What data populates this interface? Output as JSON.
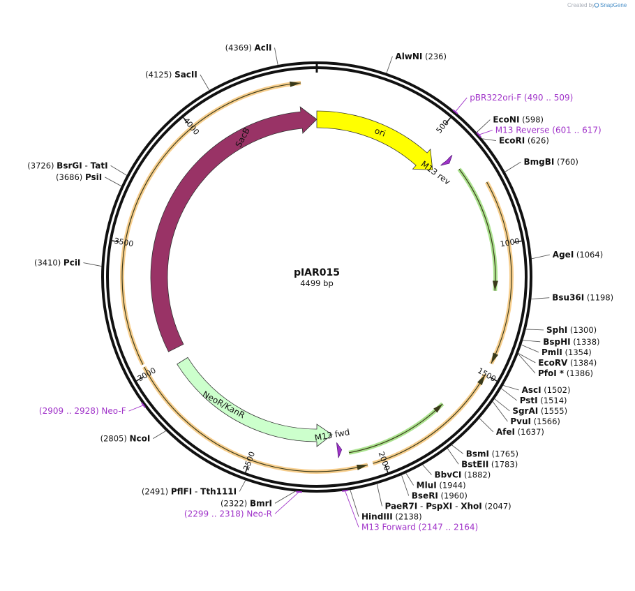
{
  "credit": {
    "prefix": "Created by",
    "brand": "SnapGene"
  },
  "plasmid": {
    "name": "pIAR015",
    "length_label": "4499 bp",
    "length": 4499
  },
  "colors": {
    "backbone": "#111111",
    "orf_orange": "#f0a630",
    "ori": "#ffff00",
    "sacb": "#993366",
    "neor": "#ccffcc",
    "green_orf": "#66cc33",
    "primer": "#a033c9"
  },
  "ticks": [
    {
      "pos": 500,
      "label": "500"
    },
    {
      "pos": 1000,
      "label": "1000"
    },
    {
      "pos": 1500,
      "label": "1500"
    },
    {
      "pos": 2000,
      "label": "2000"
    },
    {
      "pos": 2500,
      "label": "2500"
    },
    {
      "pos": 3000,
      "label": "3000"
    },
    {
      "pos": 3500,
      "label": "3500"
    },
    {
      "pos": 4000,
      "label": "4000"
    }
  ],
  "sites": [
    {
      "name": "AlwNI",
      "pos_label": "(236)",
      "pos": 236
    },
    {
      "name": "EcoNI",
      "pos_label": "(598)",
      "pos": 598
    },
    {
      "name": "EcoRI",
      "pos_label": "(626)",
      "pos": 626
    },
    {
      "name": "BmgBI",
      "pos_label": "(760)",
      "pos": 760
    },
    {
      "name": "AgeI",
      "pos_label": "(1064)",
      "pos": 1064
    },
    {
      "name": "Bsu36I",
      "pos_label": "(1198)",
      "pos": 1198
    },
    {
      "name": "SphI",
      "pos_label": "(1300)",
      "pos": 1300
    },
    {
      "name": "BspHI",
      "pos_label": "(1338)",
      "pos": 1338
    },
    {
      "name": "PmlI",
      "pos_label": "(1354)",
      "pos": 1354
    },
    {
      "name": "EcoRV",
      "pos_label": "(1384)",
      "pos": 1384
    },
    {
      "name": "PfoI *",
      "pos_label": "(1386)",
      "pos": 1386
    },
    {
      "name": "AscI",
      "pos_label": "(1502)",
      "pos": 1502
    },
    {
      "name": "PstI",
      "pos_label": "(1514)",
      "pos": 1514
    },
    {
      "name": "SgrAI",
      "pos_label": "(1555)",
      "pos": 1555
    },
    {
      "name": "PvuI",
      "pos_label": "(1566)",
      "pos": 1566
    },
    {
      "name": "AfeI",
      "pos_label": "(1637)",
      "pos": 1637
    },
    {
      "name": "BsmI",
      "pos_label": "(1765)",
      "pos": 1765
    },
    {
      "name": "BstEII",
      "pos_label": "(1783)",
      "pos": 1783
    },
    {
      "name": "BbvCI",
      "pos_label": "(1882)",
      "pos": 1882
    },
    {
      "name": "MluI",
      "pos_label": "(1944)",
      "pos": 1944
    },
    {
      "name": "BseRI",
      "pos_label": "(1960)",
      "pos": 1960
    },
    {
      "name": "PaeR7I - PspXI - XhoI",
      "pos_label": "(2047)",
      "pos": 2047
    },
    {
      "name": "HindIII",
      "pos_label": "(2138)",
      "pos": 2138
    },
    {
      "name": "BmrI",
      "pos_label": "(2322)",
      "pos": 2322
    },
    {
      "name": "PflFI - Tth111I",
      "pos_label": "(2491)",
      "pos": 2491
    },
    {
      "name": "NcoI",
      "pos_label": "(2805)",
      "pos": 2805
    },
    {
      "name": "PciI",
      "pos_label": "(3410)",
      "pos": 3410
    },
    {
      "name": "PsiI",
      "pos_label": "(3686)",
      "pos": 3686
    },
    {
      "name": "BsrGI - TatI",
      "pos_label": "(3726)",
      "pos": 3726
    },
    {
      "name": "SacII",
      "pos_label": "(4125)",
      "pos": 4125
    },
    {
      "name": "AclI",
      "pos_label": "(4369)",
      "pos": 4369
    }
  ],
  "primers": [
    {
      "name": "pBR322ori-F",
      "range_label": "(490 .. 509)",
      "start": 490,
      "end": 509
    },
    {
      "name": "M13 Reverse",
      "range_label": "(601 .. 617)",
      "start": 601,
      "end": 617
    },
    {
      "name": "M13 Forward",
      "range_label": "(2147 .. 2164)",
      "start": 2147,
      "end": 2164
    },
    {
      "name": "Neo-R",
      "range_label": "(2299 .. 2318)",
      "start": 2299,
      "end": 2318
    },
    {
      "name": "Neo-F",
      "range_label": "(2909 .. 2928)",
      "start": 2909,
      "end": 2928
    }
  ],
  "features": [
    {
      "name": "ori",
      "start": 0,
      "end": 590,
      "direction": "forward",
      "color": "#ffff00"
    },
    {
      "name": "M13 rev",
      "start": 601,
      "end": 617,
      "direction": "forward",
      "color": "#a033c9"
    },
    {
      "name": "M13 fwd",
      "start": 2147,
      "end": 2164,
      "direction": "reverse",
      "color": "#a033c9"
    },
    {
      "name": "NeoR/KanR",
      "start": 2180,
      "end": 2975,
      "direction": "reverse",
      "color": "#ccffcc"
    },
    {
      "name": "SacB",
      "start": 3040,
      "end": 4499,
      "direction": "forward",
      "color": "#993366"
    }
  ],
  "unlabeled_orfs": [
    {
      "start": 660,
      "end": 1180,
      "direction": "forward",
      "color": "#66cc33"
    },
    {
      "start": 1690,
      "end": 2120,
      "direction": "reverse",
      "color": "#66cc33"
    },
    {
      "start": 760,
      "end": 1455,
      "direction": "forward",
      "color": "#f0a630"
    },
    {
      "start": 1500,
      "end": 2040,
      "direction": "reverse",
      "color": "#f0a630"
    },
    {
      "start": 2060,
      "end": 3030,
      "direction": "reverse",
      "color": "#f0a630"
    },
    {
      "start": 3040,
      "end": 4440,
      "direction": "forward",
      "color": "#f0a630"
    }
  ]
}
